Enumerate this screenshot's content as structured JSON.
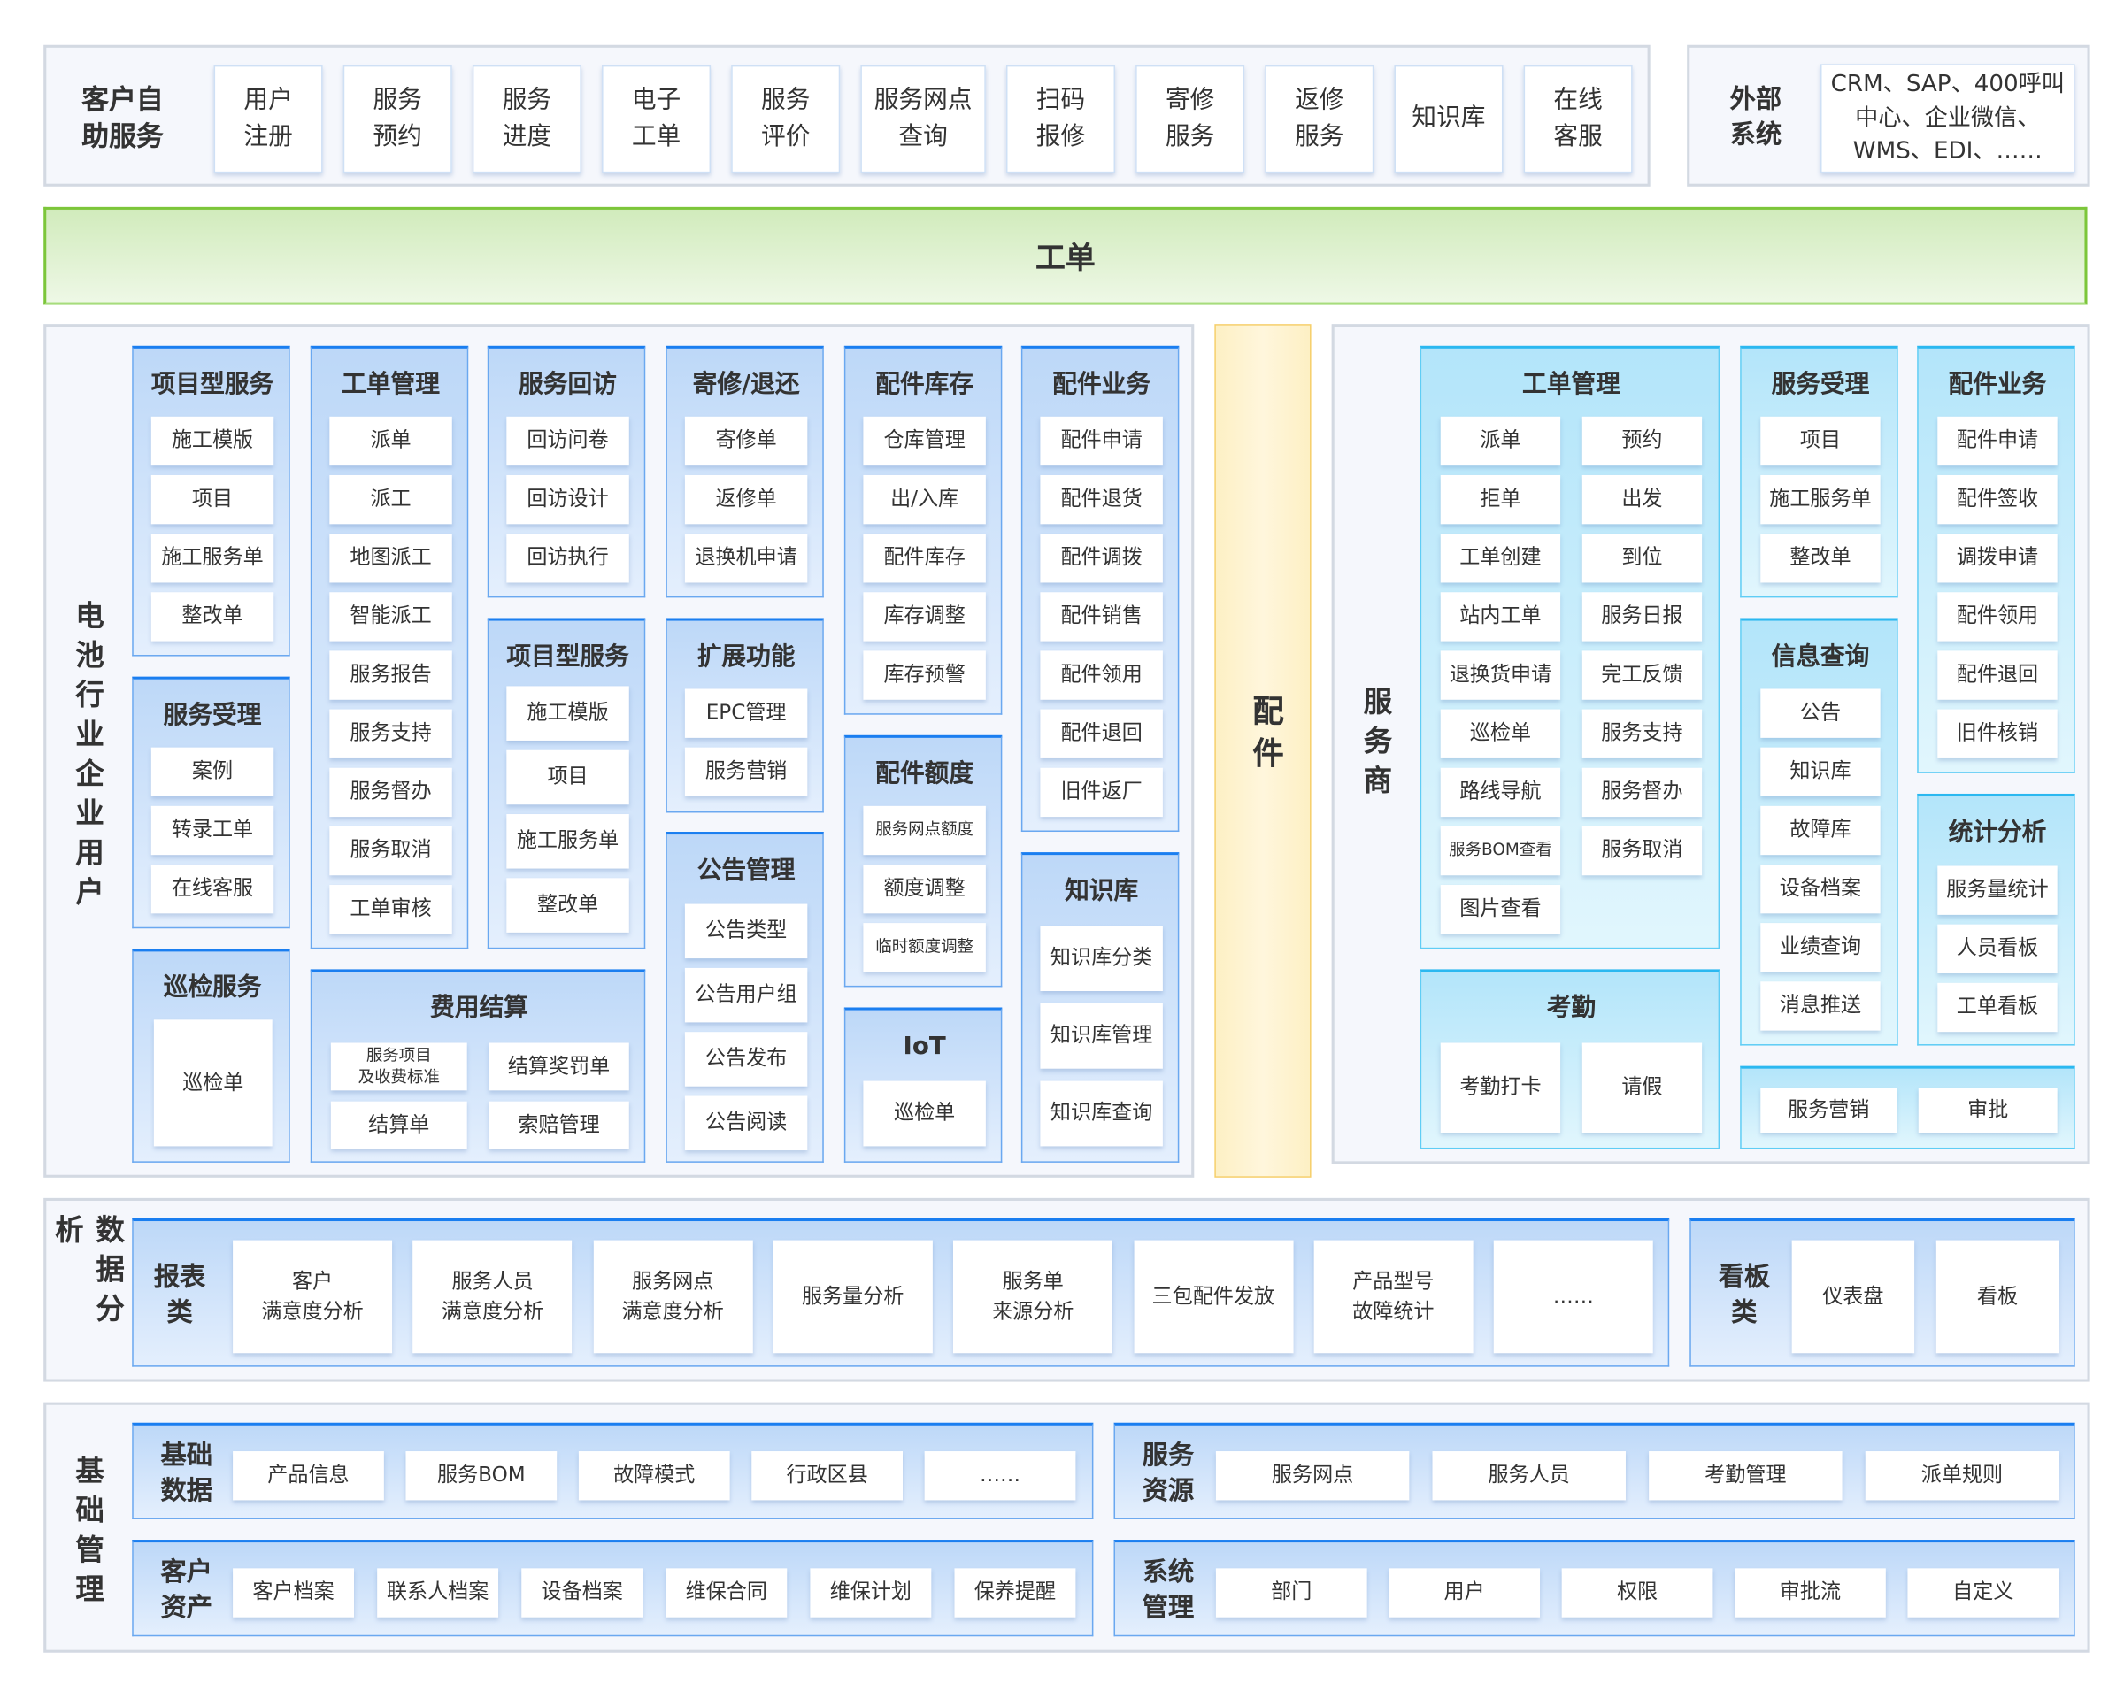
{
  "customer_self_service": {
    "title": "客户自\n助服务",
    "items": [
      "用户\n注册",
      "服务\n预约",
      "服务\n进度",
      "电子\n工单",
      "服务\n评价",
      "服务网点\n查询",
      "扫码\n报修",
      "寄修\n服务",
      "返修\n服务",
      "知识库",
      "在线\n客服"
    ]
  },
  "external": {
    "title": "外部\n系统",
    "text": "CRM、SAP、400呼叫\n中心、企业微信、\nWMS、EDI、……"
  },
  "work_order_bar": "工单",
  "parts_column": "配件",
  "enterprise": {
    "label": "电池行业企业用户",
    "groups": [
      {
        "title": "项目型服务",
        "items": [
          "施工模版",
          "项目",
          "施工服务单",
          "整改单"
        ]
      },
      {
        "title": "服务受理",
        "items": [
          "案例",
          "转录工单",
          "在线客服"
        ]
      },
      {
        "title": "巡检服务",
        "items": [
          "巡检单"
        ]
      },
      {
        "title": "工单管理",
        "items": [
          "派单",
          "派工",
          "地图派工",
          "智能派工",
          "服务报告",
          "服务支持",
          "服务督办",
          "服务取消",
          "工单审核"
        ]
      },
      {
        "title": "费用结算",
        "items": [
          "服务项目\n及收费标准",
          "结算奖罚单",
          "结算单",
          "索赔管理"
        ]
      },
      {
        "title": "服务回访",
        "items": [
          "回访问卷",
          "回访设计",
          "回访执行"
        ]
      },
      {
        "title": "项目型服务",
        "items": [
          "施工模版",
          "项目",
          "施工服务单",
          "整改单"
        ]
      },
      {
        "title": "寄修/退还",
        "items": [
          "寄修单",
          "返修单",
          "退换机申请"
        ]
      },
      {
        "title": "扩展功能",
        "items": [
          "EPC管理",
          "服务营销"
        ]
      },
      {
        "title": "公告管理",
        "items": [
          "公告类型",
          "公告用户组",
          "公告发布",
          "公告阅读"
        ]
      },
      {
        "title": "配件库存",
        "items": [
          "仓库管理",
          "出/入库",
          "配件库存",
          "库存调整",
          "库存预警"
        ]
      },
      {
        "title": "配件额度",
        "items": [
          "服务网点额度",
          "额度调整",
          "临时额度调整"
        ]
      },
      {
        "title": "IoT",
        "items": [
          "巡检单"
        ]
      },
      {
        "title": "配件业务",
        "items": [
          "配件申请",
          "配件退货",
          "配件调拨",
          "配件销售",
          "配件领用",
          "配件退回",
          "旧件返厂"
        ]
      },
      {
        "title": "知识库",
        "items": [
          "知识库分类",
          "知识库管理",
          "知识库查询"
        ]
      }
    ]
  },
  "provider": {
    "label": "服务商",
    "groups": [
      {
        "title": "工单管理",
        "items": [
          "派单",
          "预约",
          "拒单",
          "出发",
          "工单创建",
          "到位",
          "站内工单",
          "服务日报",
          "退换货申请",
          "完工反馈",
          "巡检单",
          "服务支持",
          "路线导航",
          "服务督办",
          "服务BOM查看",
          "服务取消",
          "图片查看"
        ]
      },
      {
        "title": "考勤",
        "items": [
          "考勤打卡",
          "请假"
        ]
      },
      {
        "title": "服务受理",
        "items": [
          "项目",
          "施工服务单",
          "整改单"
        ]
      },
      {
        "title": "信息查询",
        "items": [
          "公告",
          "知识库",
          "故障库",
          "设备档案",
          "业绩查询",
          "消息推送"
        ]
      },
      {
        "title": "配件业务",
        "items": [
          "配件申请",
          "配件签收",
          "调拨申请",
          "配件领用",
          "配件退回",
          "旧件核销"
        ]
      },
      {
        "title": "统计分析",
        "items": [
          "服务量统计",
          "人员看板",
          "工单看板"
        ]
      },
      {
        "title": "",
        "items": [
          "服务营销",
          "审批"
        ]
      }
    ]
  },
  "data_analysis": {
    "label": "数据分析",
    "groups": [
      {
        "title": "报表\n类",
        "items": [
          "客户\n满意度分析",
          "服务人员\n满意度分析",
          "服务网点\n满意度分析",
          "服务量分析",
          "服务单\n来源分析",
          "三包配件发放",
          "产品型号\n故障统计",
          "……"
        ]
      },
      {
        "title": "看板\n类",
        "items": [
          "仪表盘",
          "看板"
        ]
      }
    ]
  },
  "base_management": {
    "label": "基础管理",
    "groups": [
      {
        "title": "基础\n数据",
        "items": [
          "产品信息",
          "服务BOM",
          "故障模式",
          "行政区县",
          "……"
        ]
      },
      {
        "title": "服务\n资源",
        "items": [
          "服务网点",
          "服务人员",
          "考勤管理",
          "派单规则"
        ]
      },
      {
        "title": "客户\n资产",
        "items": [
          "客户档案",
          "联系人档案",
          "设备档案",
          "维保合同",
          "维保计划",
          "保养提醒"
        ]
      },
      {
        "title": "系统\n管理",
        "items": [
          "部门",
          "用户",
          "权限",
          "审批流",
          "自定义"
        ]
      }
    ]
  }
}
